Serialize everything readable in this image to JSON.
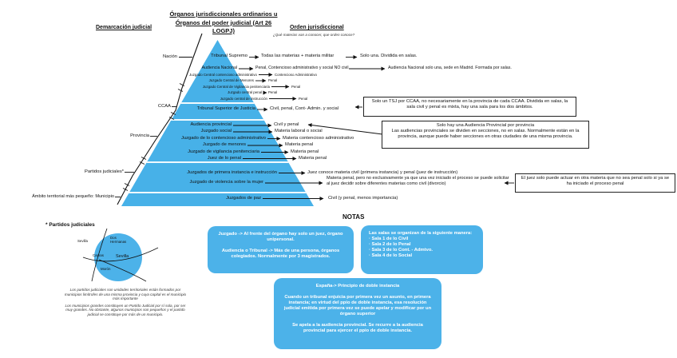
{
  "header": {
    "col1": "Demarcación judicial",
    "col2_lines": [
      "Órganos jurisdiccionales  ordinarios u",
      "Órganos del poder judicial (Art 26",
      "LOGPJ)"
    ],
    "col3": "Orden jurisdiccional",
    "col3_sub": "¿Qué materias van a conocer, que orden conoce?"
  },
  "levels": [
    "Nación",
    "CCAA",
    "Provincia",
    "Partidos judiciales*",
    "Ámbito territorial más pequeño: Municipio"
  ],
  "rows": [
    {
      "organ": "Tribunal Supremo",
      "materia": "Todas las materias + materia militar",
      "extra": "Solo una. Dividida en salas."
    },
    {
      "organ": "Audiencia Nacional",
      "materia": "Penal, Contencioso administrativo y social NO civil",
      "extra": "Audiencia Nacional solo una, sede en Madrid. Formada por salas."
    },
    {
      "organ": "Juzgado Central contencioso administrativo",
      "materia": "Contencioso Administrativo"
    },
    {
      "organ": "Juzgado Central de Menores",
      "materia": "Penal"
    },
    {
      "organ": "Juzgado Central de Vigilancia penitenciaria",
      "materia": "Penal"
    },
    {
      "organ": "Juzgado central penal",
      "materia": "Penal"
    },
    {
      "organ": "Juzgado central de instrucción",
      "materia": "Penal"
    },
    {
      "organ": "Tribunal Superior de Justicia",
      "materia": "Civil, penal, Cont- Admin. y social"
    },
    {
      "organ": "Audiencia provincial",
      "materia": "Civil y penal"
    },
    {
      "organ": "Juzgado social",
      "materia": "Materia laboral o social"
    },
    {
      "organ": "Juzgado de lo contencioso administrativo",
      "materia": "Materia contencioso administrativo"
    },
    {
      "organ": "Juzgado de menores",
      "materia": "Materia penal"
    },
    {
      "organ": "Juzgado de vigilancia penitenciaria",
      "materia": "Materia penal"
    },
    {
      "organ": "Juez de lo penal",
      "materia": "Materia penal"
    },
    {
      "organ": "Juzgados de primera instancia e instrucción",
      "materia": "Juez conoce materia civil (primera instancia) y penal (juez de instrucción)"
    },
    {
      "organ": "Juzgado de violencia sobre la mujer",
      "materia": "Materia penal, pero no exclusivamente ya que una vez iniciado el proceso se puede solicitar al juez decidir sobre diferentes materias como civil (divorcio)"
    },
    {
      "organ": "Juzgados de paz",
      "materia": "Civil (y penal, menos importancia)"
    }
  ],
  "callouts": {
    "tsj": "Solo un TSJ por CCAA, no necesariamente en la provincia de cada CCAA. Dividida en salas, la sala civil y penal es mixta, hay una sala para los dos ámbitos.",
    "audiencia_provincial": "Solo hay una Audiencia Provincial por provincia\nLas audiencias provinciales se dividen en secciones, no en salas. Normalmente están en la provincia, aunque puede haber secciones en otras ciudades de una misma provincia.",
    "juez_violencia": "El juez solo puede actuar en otra materia que no sea penal solo si ya se ha iniciado el proceso penal"
  },
  "notas": {
    "title": "NOTAS",
    "juzgado": "Juzgado -> Al frente del órgano hay solo un juez, órgano unipersonal.\n\nAudiencia o Tribunal -> Más de una persona, órganos colegiados. Normalmente por 3 magistrados.",
    "salas": "Las salas se organizan de la siguiente manera:\n·  Sala 1 de lo Civil\n·  Sala 2 de lo Penal\n·  Sala 3 de lo Cont. - Admtvo.\n·  Sala 4 de lo Social",
    "doble": "España-> Principio de doble instancia\n\nCuando un tribunal enjuicia por primera vez un asunto, en primera instancia; en virtud del ppio de doble instancia, esa resolución judicial emitida por primera vez se puede apelar y modificar por un órgano superior\n\nSe apela a la audiencia provincial. Se recurre a la audiencia provincial para ejercer el ppio de doble instancia."
  },
  "partidos": {
    "title": "* Partidos judiciales",
    "sevilla_outside": "Sevilla",
    "dos_hermanas": "Dos\nHermanas",
    "camas": "Camas",
    "sevilla_center": "Sevilla",
    "moron": "Morón",
    "p1": "Los partidos judiciales son unidades territoriales están formados por municipios limítrofes de una misma provincia y cuya capital es el municipio más importante",
    "p2": "Los municipios grandes constituyen un Partido Judicial por sí sola, por ser muy grandes. No obstante, algunos municipios son pequeños y el partido judicial se constituye por más de un municipio."
  },
  "colors": {
    "pyramid_blue": "#47b1e8",
    "note_blue": "#4cb2e9",
    "text": "#111111"
  }
}
